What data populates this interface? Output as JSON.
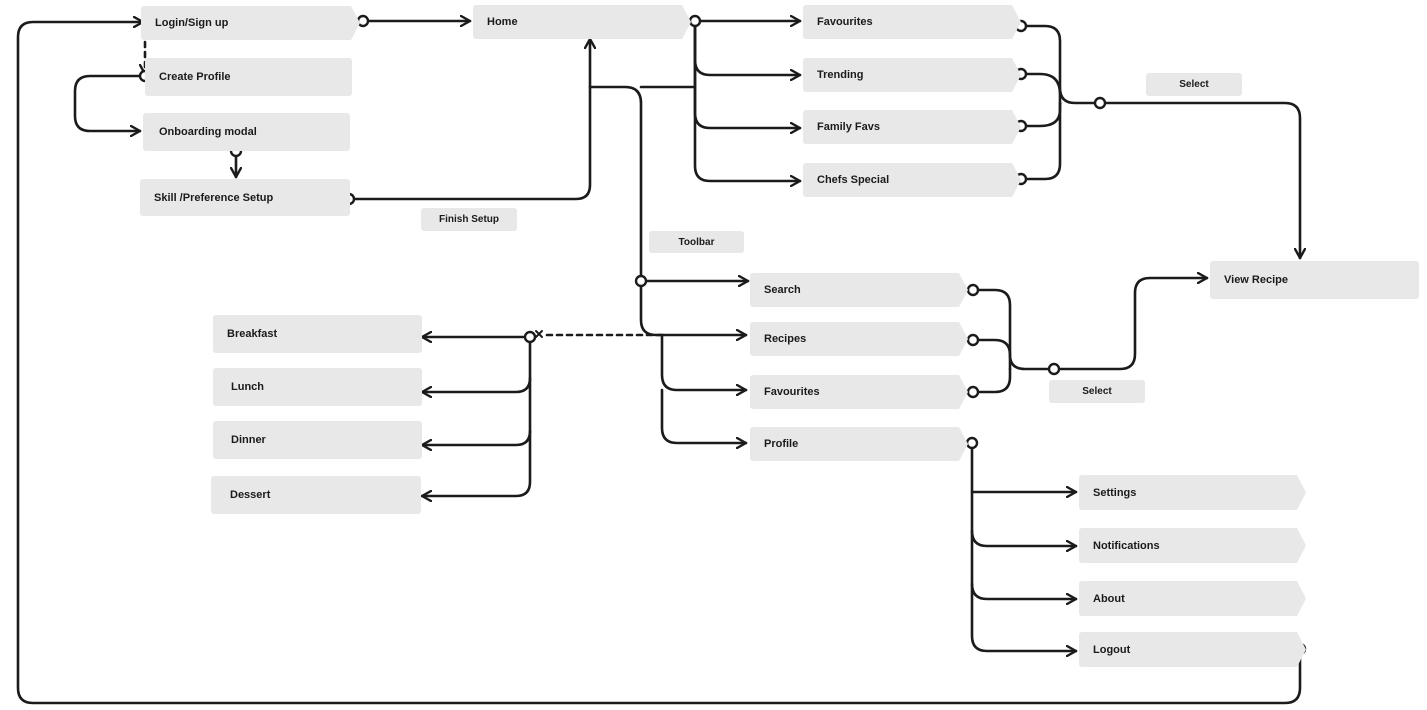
{
  "nodes": {
    "login": "Login/Sign up",
    "create_profile": "Create Profile",
    "onboarding": "Onboarding modal",
    "skill_setup": "Skill /Preference Setup",
    "home": "Home",
    "favourites_home": "Favourites",
    "trending": "Trending",
    "family_favs": "Family Favs",
    "chefs_special": "Chefs Special",
    "view_recipe": "View Recipe",
    "search": "Search",
    "recipes": "Recipes",
    "favourites_toolbar": "Favourites",
    "profile": "Profile",
    "breakfast": "Breakfast",
    "lunch": "Lunch",
    "dinner": "Dinner",
    "dessert": "Dessert",
    "settings": "Settings",
    "notifications": "Notifications",
    "about": "About",
    "logout": "Logout"
  },
  "edge_labels": {
    "finish_setup": "Finish Setup",
    "toolbar": "Toolbar",
    "select_top": "Select",
    "select_bottom": "Select"
  },
  "colors": {
    "node_fill": "#e8e8e8",
    "line": "#1b1b1b",
    "text": "#1b1b1b",
    "background": "#ffffff"
  }
}
